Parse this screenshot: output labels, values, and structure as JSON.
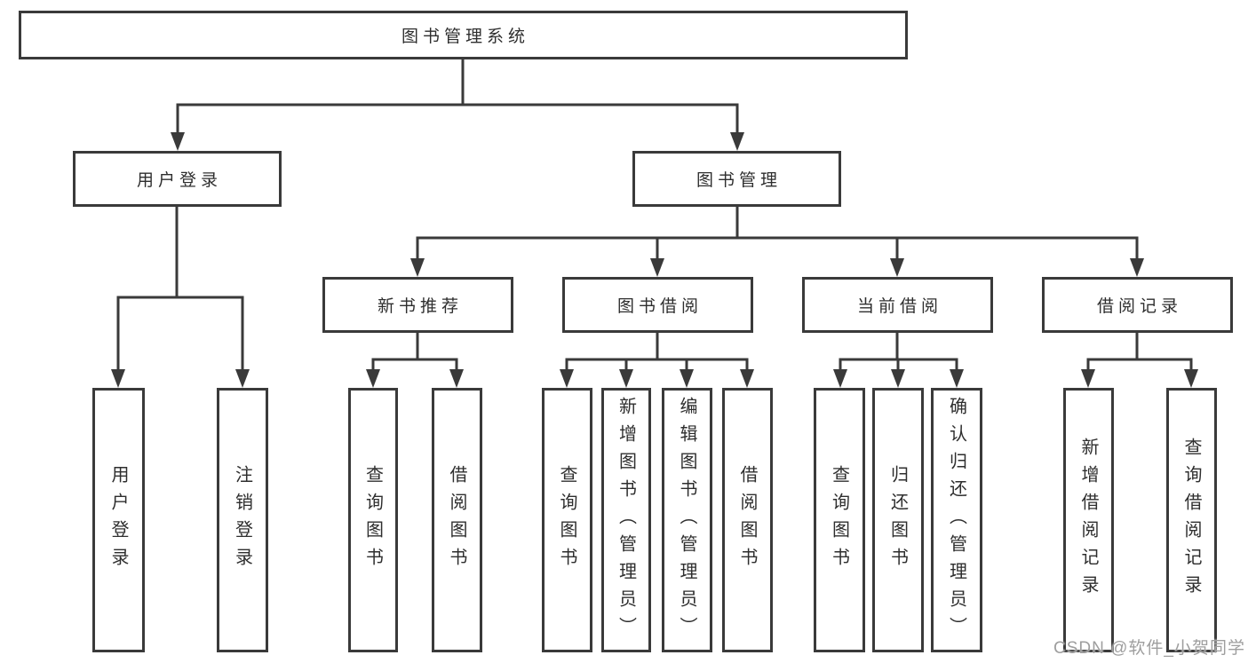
{
  "diagram": {
    "title": "图书管理系统",
    "root": {
      "label": "图书管理系统"
    },
    "level2": {
      "user_login": {
        "label": "用户登录"
      },
      "book_mgmt": {
        "label": "图书管理"
      }
    },
    "level3": {
      "new_book_rec": {
        "label": "新书推荐"
      },
      "book_borrow": {
        "label": "图书借阅"
      },
      "current_borrow": {
        "label": "当前借阅"
      },
      "borrow_records": {
        "label": "借阅记录"
      }
    },
    "leaves": {
      "user_login": [
        "用户登录",
        "注销登录"
      ],
      "new_book_rec": [
        "查询图书",
        "借阅图书"
      ],
      "book_borrow": [
        "查询图书",
        "新增图书（管理员）",
        "编辑图书（管理员）",
        "借阅图书"
      ],
      "current_borrow": [
        "查询图书",
        "归还图书",
        "确认归还（管理员）"
      ],
      "borrow_records": [
        "新增借阅记录",
        "查询借阅记录"
      ]
    }
  },
  "watermark": "CSDN @软件_小贺同学",
  "colors": {
    "line": "#3a3a3a",
    "text": "#2e2e2e",
    "watermark_text": "#9e9e9e",
    "background": "#ffffff"
  }
}
